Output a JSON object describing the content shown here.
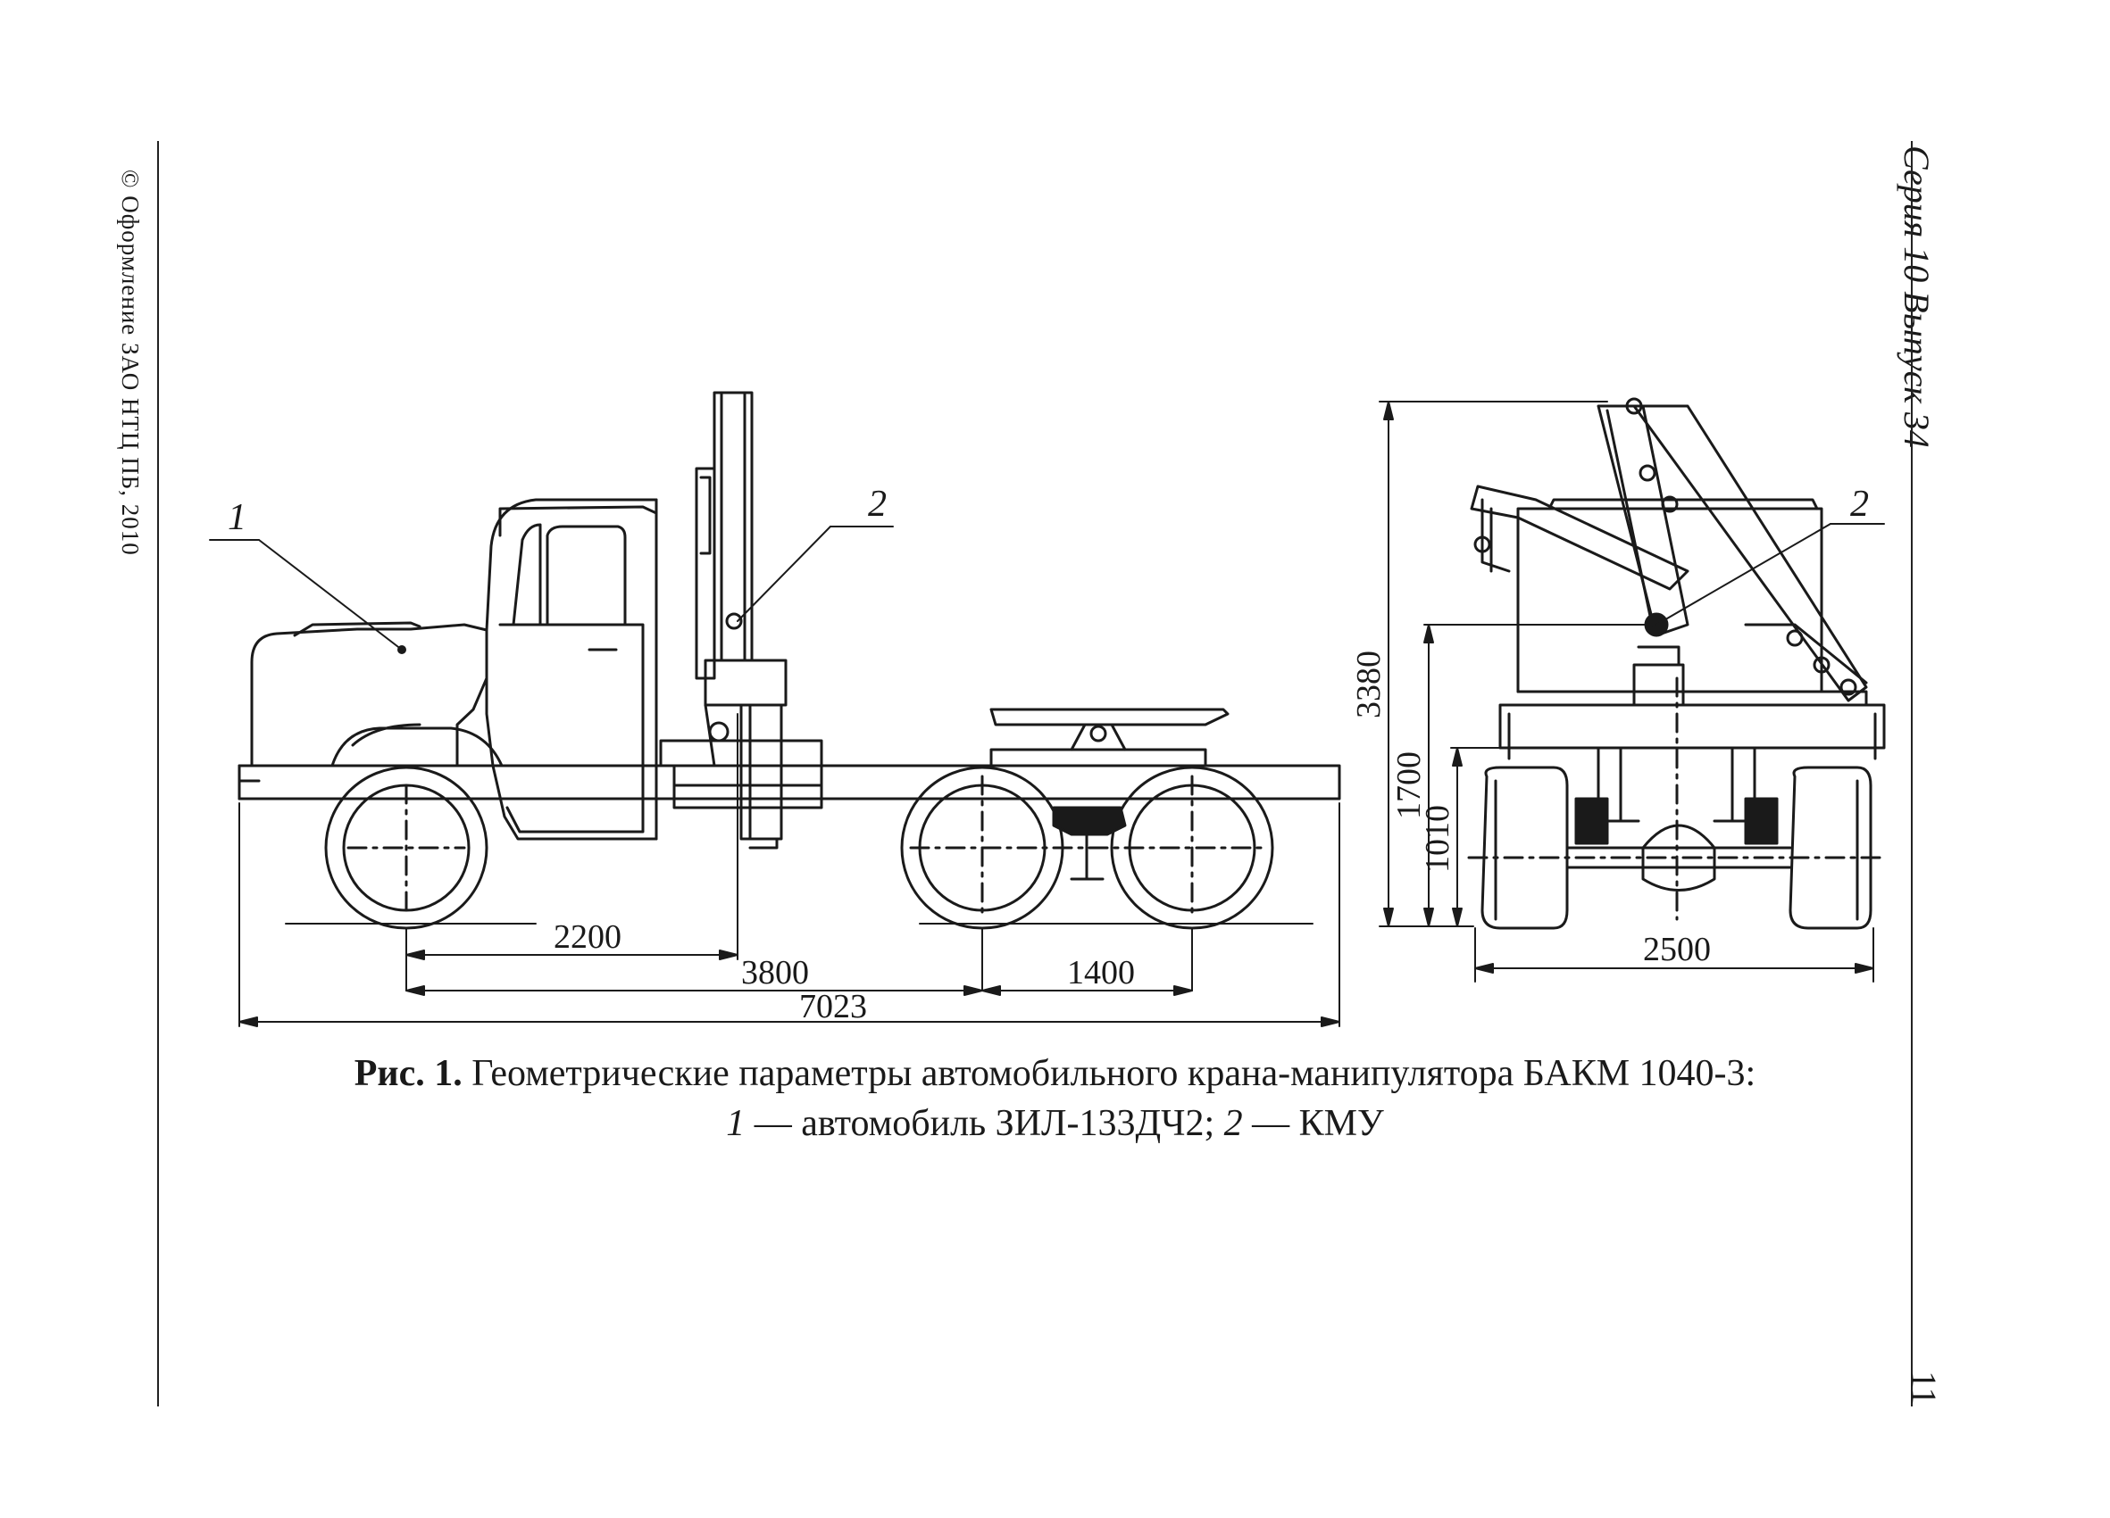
{
  "margin_left_text": "© Оформление ЗАО НТЦ ПБ, 2010",
  "margin_right_text": "Серия 10 Выпуск 34",
  "page_number": "11",
  "callouts": {
    "vehicle": "1",
    "crane": "2",
    "crane_rear": "2"
  },
  "dimensions": {
    "d2200": "2200",
    "d3800": "3800",
    "d1400": "1400",
    "d7023": "7023",
    "d3380": "3380",
    "d1700": "1700",
    "d1010": "1010",
    "d2500": "2500"
  },
  "caption": {
    "fig_label": "Рис. 1.",
    "title": " Геометрические параметры автомобильного крана-манипулятора БАКМ 1040-3:",
    "item1_num": "1",
    "item1_text": " — автомобиль ЗИЛ-133ДЧ2; ",
    "item2_num": "2",
    "item2_text": " — КМУ"
  }
}
